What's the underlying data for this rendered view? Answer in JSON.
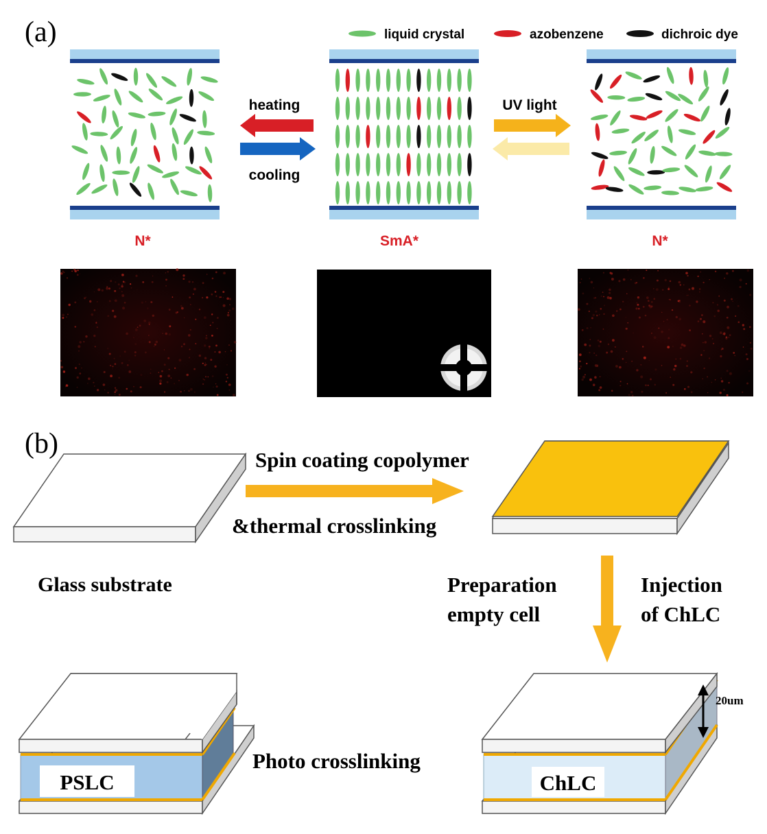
{
  "panel_a": {
    "label": "(a)",
    "legend": [
      {
        "label": "liquid crystal",
        "color": "#6cc36a"
      },
      {
        "label": "azobenzene",
        "color": "#d81f26"
      },
      {
        "label": "dichroic dye",
        "color": "#111111"
      }
    ],
    "cells": [
      {
        "phase_label": "N*"
      },
      {
        "phase_label": "SmA*"
      },
      {
        "phase_label": "N*"
      }
    ],
    "arrows": {
      "heating": "heating",
      "cooling": "cooling",
      "uv": "UV light"
    },
    "colors": {
      "glass_light": "#a9d3ee",
      "glass_dark": "#1a3f8c",
      "heating_arrow": "#d81f26",
      "cooling_arrow": "#1565c0",
      "uv_arrow": "#f5b21b",
      "uv_return_arrow": "#fbeaa8",
      "phase_label": "#d81f26"
    }
  },
  "panel_b": {
    "label": "(b)",
    "substrate_label": "Glass substrate",
    "step1_line1": "Spin coating copolymer",
    "step1_line2": "&thermal crosslinking",
    "step2_left_line1": "Preparation",
    "step2_left_line2": "empty cell",
    "step2_right_line1": "Injection",
    "step2_right_line2": "of ChLC",
    "step3": "Photo crosslinking",
    "thickness": "20um",
    "cell_right_label": "ChLC",
    "cell_left_label": "PSLC",
    "colors": {
      "coating": "#f9c10d",
      "process_arrow": "#f7b21e",
      "pslc_fill": "#a4c8e8",
      "chlc_fill": "#dcecf8"
    }
  }
}
